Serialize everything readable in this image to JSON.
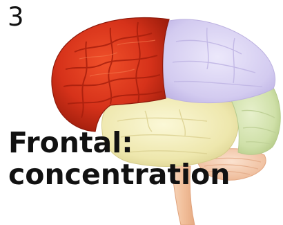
{
  "slide": {
    "number": "3"
  },
  "caption": {
    "line1": "Frontal:",
    "line2": "concentration"
  },
  "image": {
    "subject": "brain-lateral-view",
    "highlighted_lobe": "frontal",
    "colors": {
      "frontal": "#d6321a",
      "parietal": "#cfc6ee",
      "temporal": "#eee7ad",
      "occipital": "#cfe0a8",
      "cerebellum": "#f3c7a6",
      "brainstem": "#f5c8a4"
    }
  }
}
